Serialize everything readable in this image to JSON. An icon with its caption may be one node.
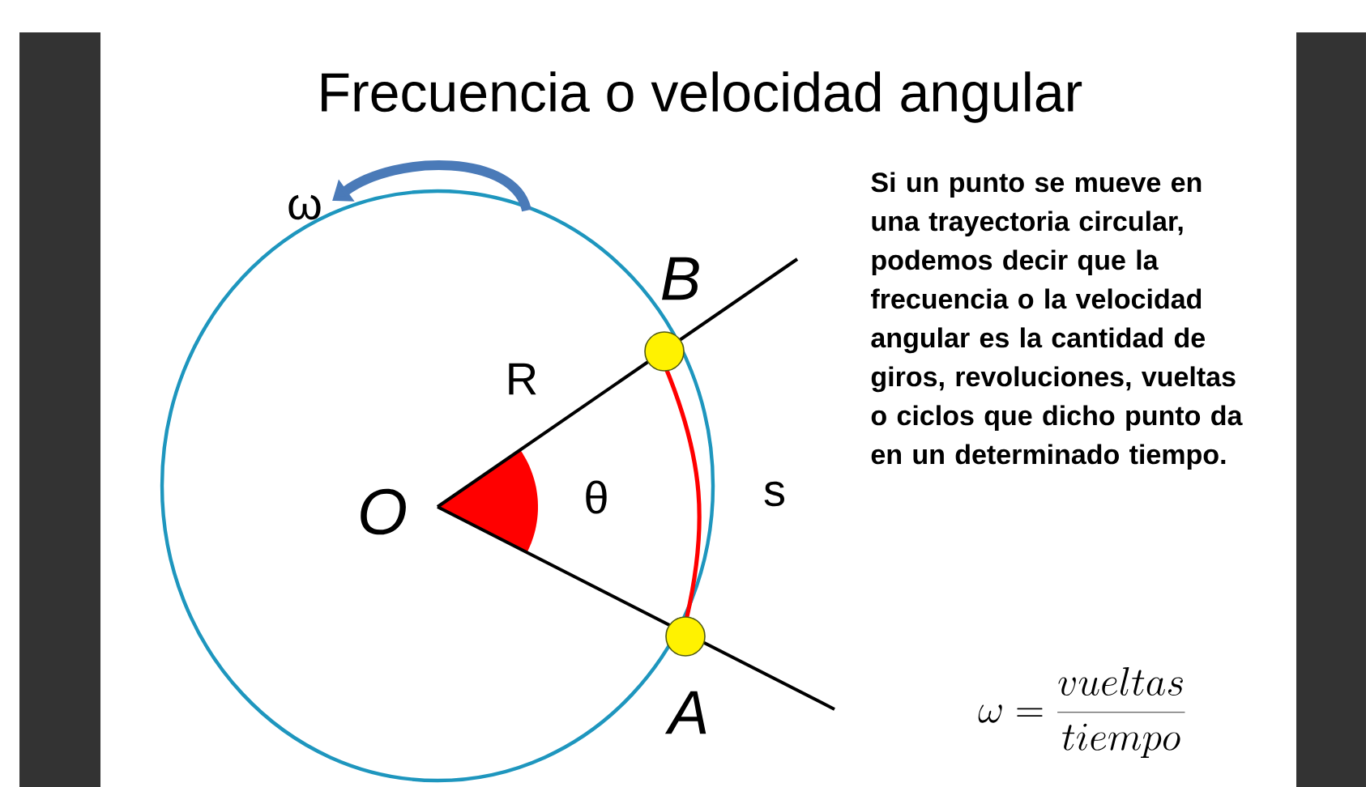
{
  "diagram": {
    "title": "Frecuencia o velocidad angular",
    "labels": [
      "ω",
      "B",
      "R",
      "O",
      "θ",
      "s",
      "A",
      "Si un punto se mueve en una trayectoria  circular, podemos decir que la frecuencia o la velocidad angular es la cantidad de giros, revoluciones, vueltas o ciclos que dicho punto da en un determinado tiempo.",
      "\\omega = \\frac{vueltas}{tiempo}"
    ]
  }
}
